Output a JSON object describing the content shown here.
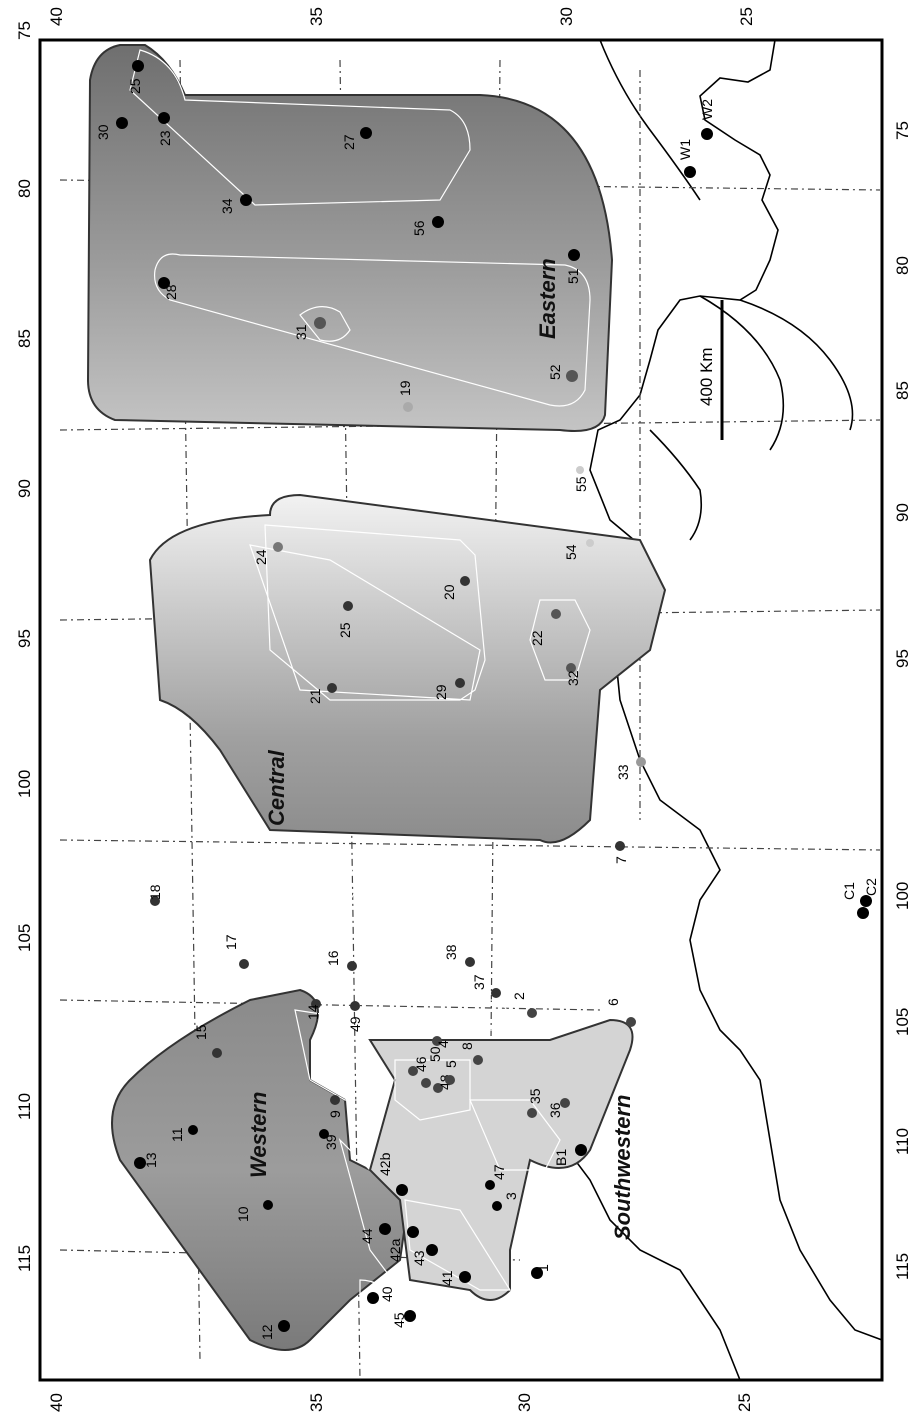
{
  "axes": {
    "top": [
      "40",
      "35",
      "30",
      "25"
    ],
    "bottom": [
      "40",
      "35",
      "30",
      "25"
    ],
    "left": [
      "115",
      "110",
      "105",
      "100",
      "95",
      "90",
      "85",
      "80",
      "75"
    ],
    "right": [
      "75",
      "80",
      "85",
      "90",
      "95",
      "100",
      "105",
      "110",
      "115"
    ]
  },
  "scale_bar": {
    "label": "400 Km"
  },
  "regions": [
    "Eastern",
    "Central",
    "Western",
    "Southwestern"
  ],
  "sites": [
    "1",
    "2",
    "3",
    "4",
    "5",
    "6",
    "7",
    "8",
    "9",
    "10",
    "11",
    "12",
    "13",
    "14",
    "15",
    "16",
    "17",
    "18",
    "19",
    "20",
    "21",
    "22",
    "23",
    "24",
    "25",
    "26",
    "27",
    "28",
    "29",
    "30",
    "31",
    "32",
    "33",
    "34",
    "35",
    "36",
    "37",
    "38",
    "39",
    "40",
    "41",
    "42a",
    "42b",
    "43",
    "44",
    "45",
    "46",
    "47",
    "48",
    "49",
    "50",
    "51",
    "52",
    "54",
    "55",
    "56",
    "B1",
    "C1",
    "C2",
    "W1",
    "W2"
  ],
  "colors": {
    "region_fill": "#8a8a8a",
    "boundary": "#444444"
  }
}
